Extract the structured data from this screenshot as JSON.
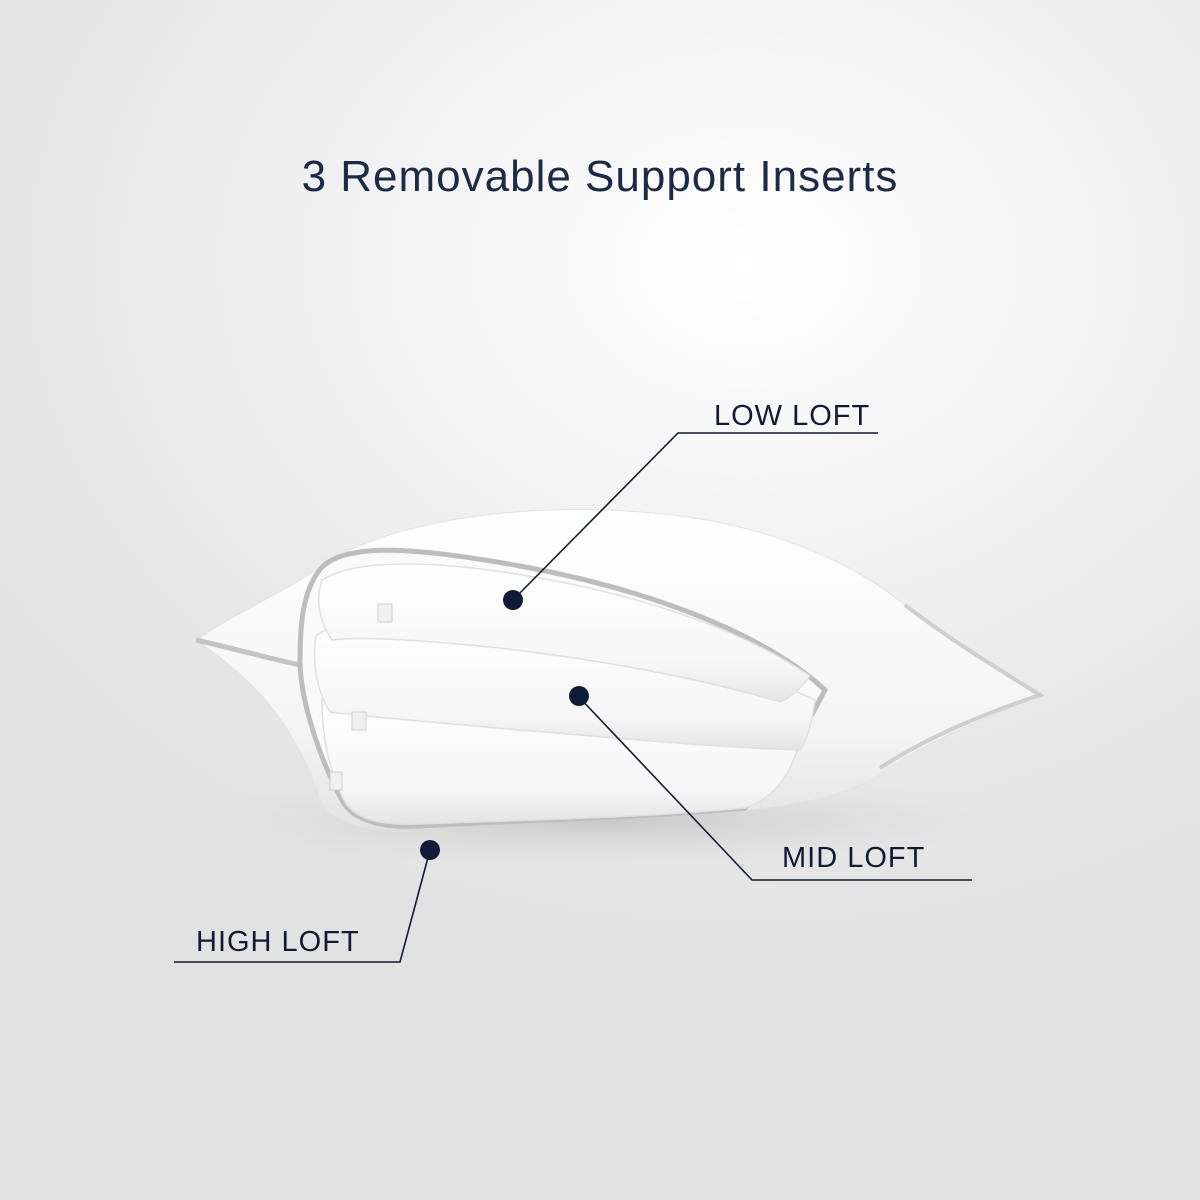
{
  "title": "3 Removable Support Inserts",
  "colors": {
    "text": "#1b2a47",
    "marker": "#0f1b36",
    "pillow": "#ffffff",
    "piping": "#bdbdbd"
  },
  "inserts": [
    {
      "label": "LOW LOFT"
    },
    {
      "label": "MID LOFT"
    },
    {
      "label": "HIGH LOFT"
    }
  ]
}
